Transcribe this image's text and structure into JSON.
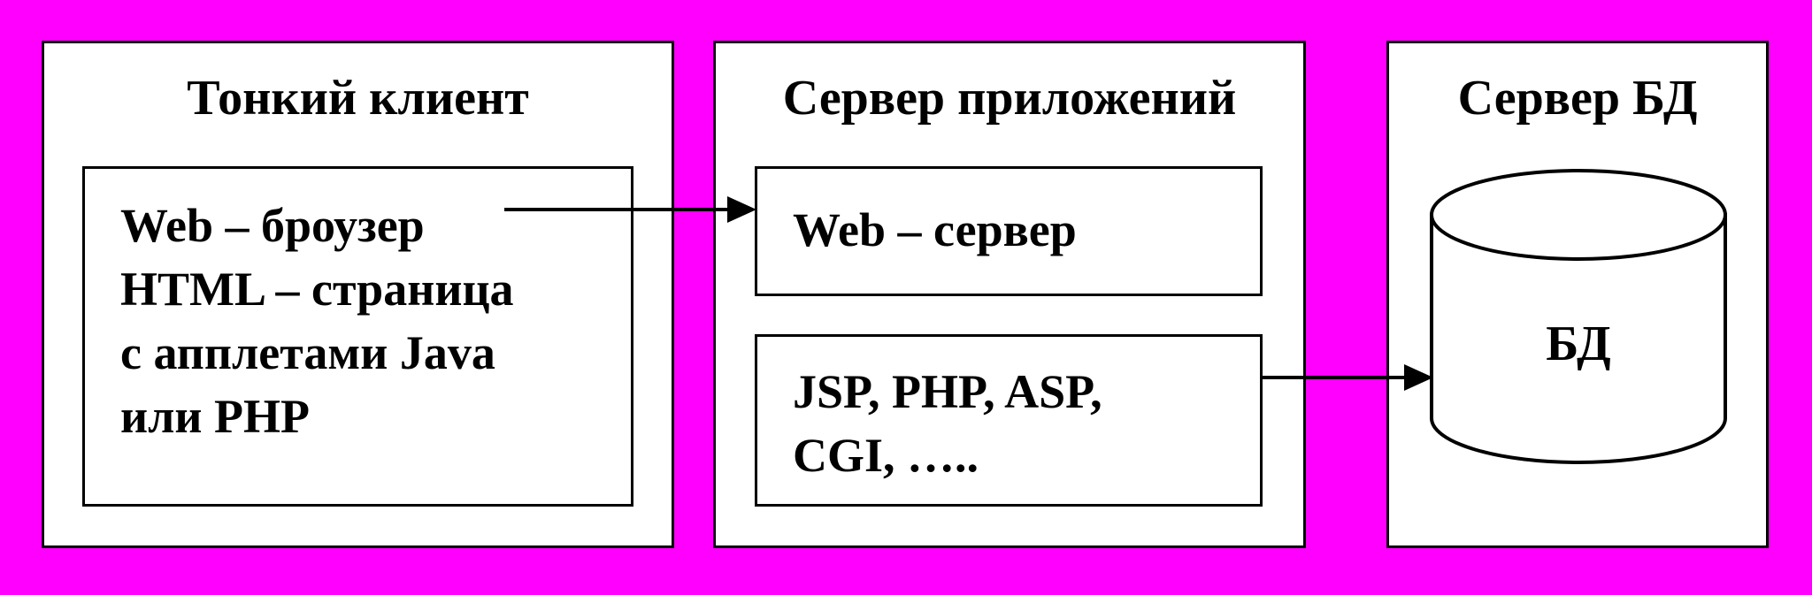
{
  "client": {
    "title": "Тонкий клиент",
    "lines": [
      "Web – броузер",
      "HTML – страница",
      "с апплетами Java",
      "или PHP"
    ]
  },
  "app_server": {
    "title": "Сервер приложений",
    "web_server": "Web – сервер",
    "scripts": [
      "JSP, PHP, ASP,",
      "CGI, ….."
    ]
  },
  "db_server": {
    "title": "Сервер БД",
    "db_label": "БД"
  },
  "colors": {
    "background": "#FF00FF",
    "box": "#FFFFFF",
    "stroke": "#000000"
  }
}
